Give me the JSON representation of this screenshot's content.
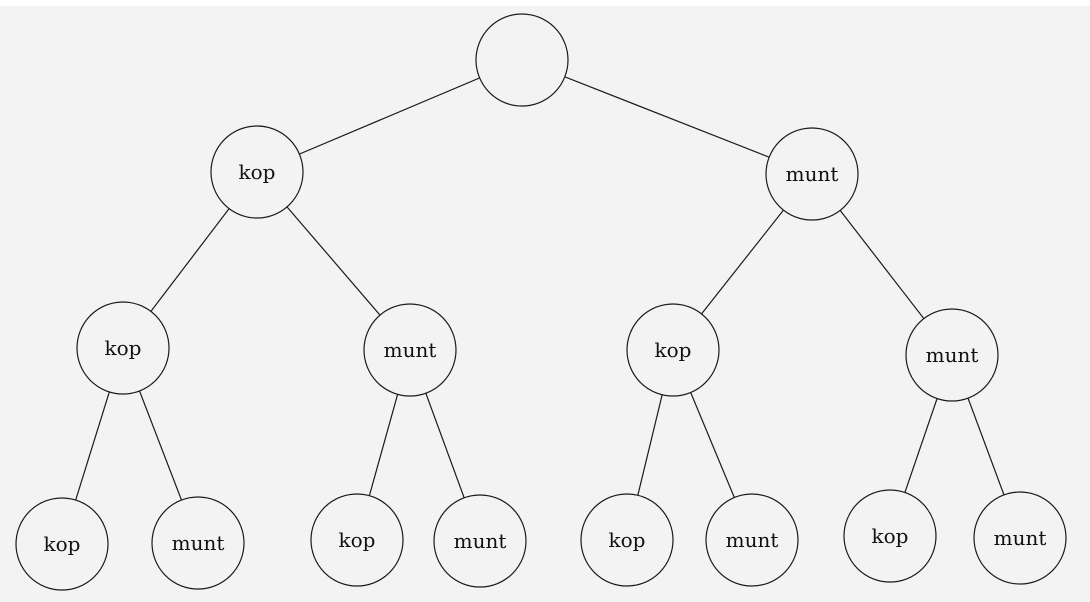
{
  "tree": {
    "root": {
      "label": "",
      "children": [
        {
          "label": "kop",
          "children": [
            {
              "label": "kop",
              "children": [
                {
                  "label": "kop"
                },
                {
                  "label": "munt"
                }
              ]
            },
            {
              "label": "munt",
              "children": [
                {
                  "label": "kop"
                },
                {
                  "label": "munt"
                }
              ]
            }
          ]
        },
        {
          "label": "munt",
          "children": [
            {
              "label": "kop",
              "children": [
                {
                  "label": "kop"
                },
                {
                  "label": "munt"
                }
              ]
            },
            {
              "label": "munt",
              "children": [
                {
                  "label": "kop"
                },
                {
                  "label": "munt"
                }
              ]
            }
          ]
        }
      ]
    }
  }
}
